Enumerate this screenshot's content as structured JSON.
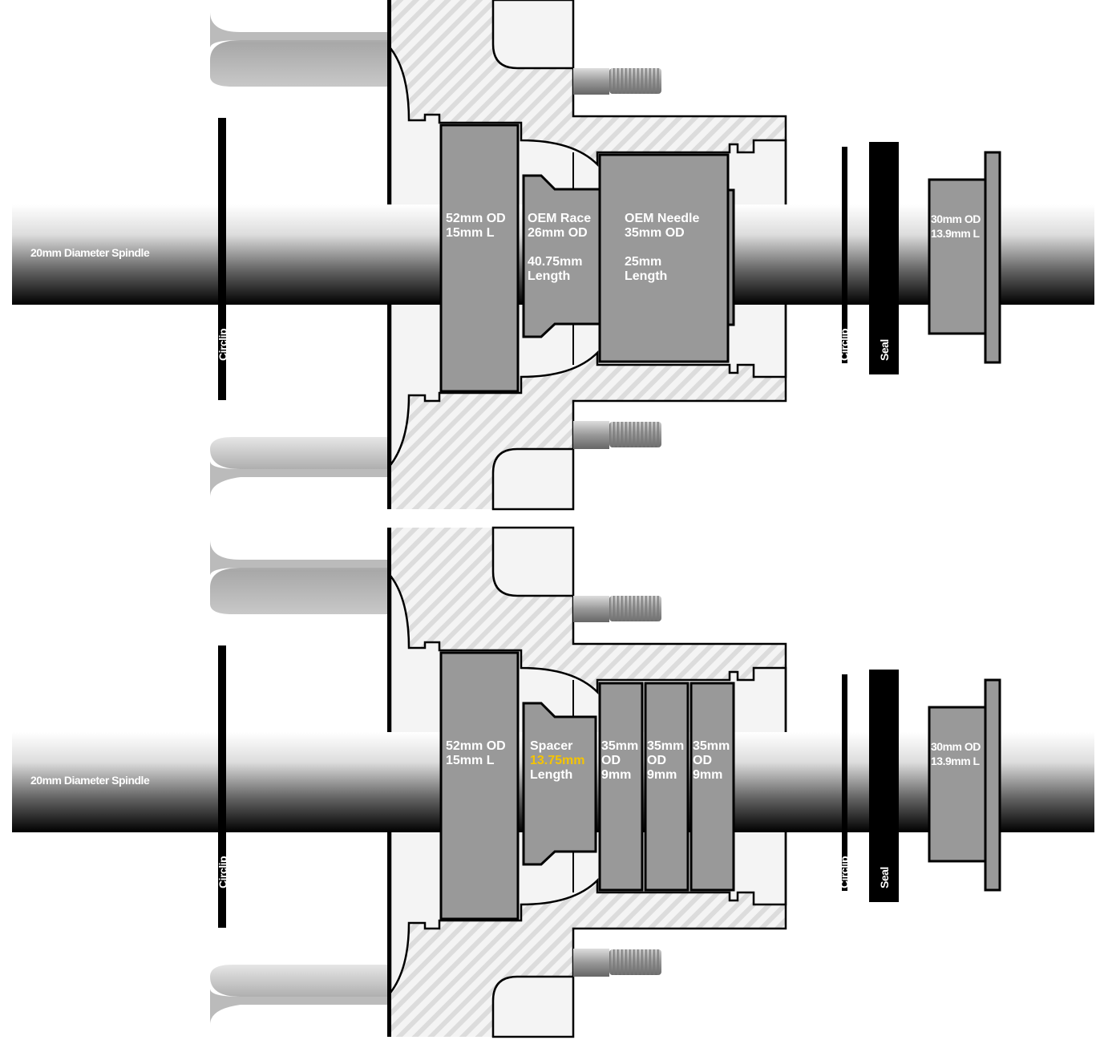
{
  "colors": {
    "part": "#999999",
    "highlight": "#f5c400",
    "hub_bg": "#f2f2f2"
  },
  "top": {
    "spindle_label": "20mm Diameter Spindle",
    "circlip_left": "Circlip",
    "bearing_52": [
      "52mm OD",
      "15mm L"
    ],
    "race": [
      "OEM Race",
      "26mm OD",
      "40.75mm",
      "Length"
    ],
    "needle": [
      "OEM Needle",
      "35mm OD",
      "25mm",
      "Length"
    ],
    "circlip_right": "Circlip",
    "seal": "Seal",
    "bushing": [
      "30mm OD",
      "13.9mm L"
    ]
  },
  "bottom": {
    "spindle_label": "20mm Diameter Spindle",
    "circlip_left": "Circlip",
    "bearing_52": [
      "52mm OD",
      "15mm L"
    ],
    "spacer": [
      "Spacer",
      "13.75mm",
      "Length"
    ],
    "bearings_35": [
      [
        "35mm",
        "OD",
        "9mm"
      ],
      [
        "35mm",
        "OD",
        "9mm"
      ],
      [
        "35mm",
        "OD",
        "9mm"
      ]
    ],
    "circlip_right": "Circlip",
    "seal": "Seal",
    "bushing": [
      "30mm OD",
      "13.9mm L"
    ]
  }
}
